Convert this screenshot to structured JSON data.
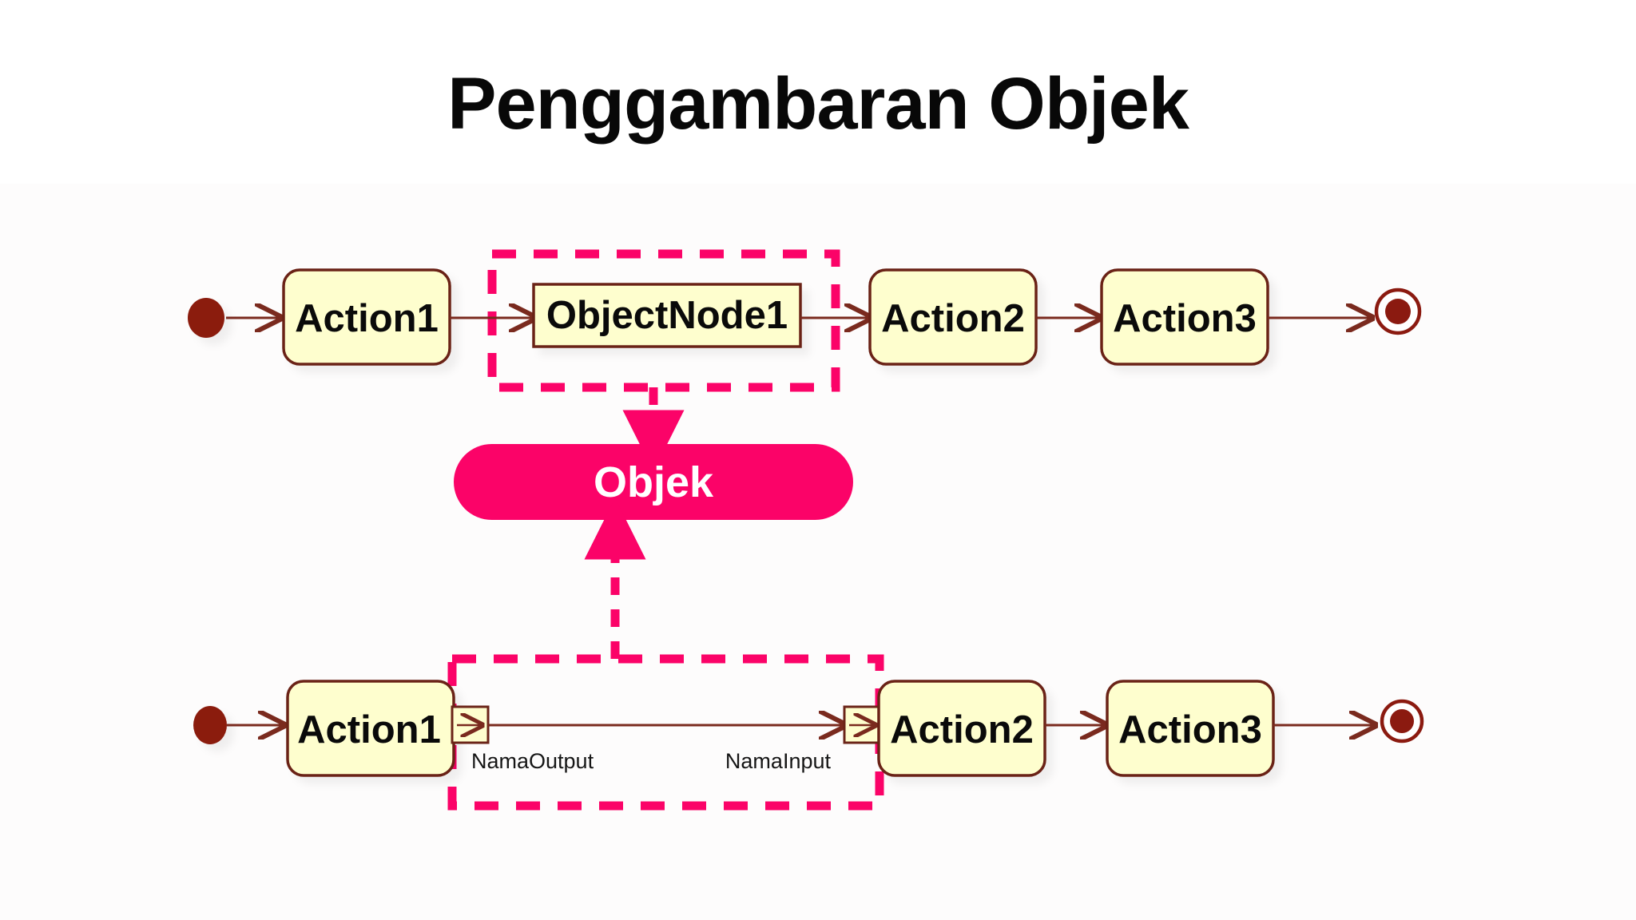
{
  "slide": {
    "title": "Penggambaran Objek",
    "background_color": "#ffffff"
  },
  "colors": {
    "node_fill": "#fefece",
    "node_stroke": "#6b2418",
    "edge": "#7a2a1e",
    "terminal": "#8b1a10",
    "accent_pink": "#fb0368",
    "title_text": "#080808",
    "label_text": "#0a0a0a"
  },
  "callout": {
    "label": "Objek",
    "shape": "pill",
    "fill": "#fb0368",
    "text_color": "#ffffff"
  },
  "rows": [
    {
      "id": "row-object-node",
      "description": "Activity flow with an ObjectNode between actions",
      "start_node": "initial-node",
      "end_node": "final-node",
      "nodes": [
        {
          "id": "r1-action1",
          "label": "Action1",
          "type": "action"
        },
        {
          "id": "r1-objectnode1",
          "label": "ObjectNode1",
          "type": "object-node"
        },
        {
          "id": "r1-action2",
          "label": "Action2",
          "type": "action"
        },
        {
          "id": "r1-action3",
          "label": "Action3",
          "type": "action"
        }
      ],
      "highlight": {
        "target": "r1-objectnode1",
        "style": "dashed",
        "color": "#fb0368"
      }
    },
    {
      "id": "row-pins",
      "description": "Activity flow using output pin and input pin notation",
      "start_node": "initial-node",
      "end_node": "final-node",
      "nodes": [
        {
          "id": "r2-action1",
          "label": "Action1",
          "type": "action"
        },
        {
          "id": "r2-action2",
          "label": "Action2",
          "type": "action"
        },
        {
          "id": "r2-action3",
          "label": "Action3",
          "type": "action"
        }
      ],
      "pins": [
        {
          "id": "output-pin",
          "label": "NamaOutput",
          "kind": "output",
          "attached_to": "r2-action1"
        },
        {
          "id": "input-pin",
          "label": "NamaInput",
          "kind": "input",
          "attached_to": "r2-action2"
        }
      ],
      "highlight": {
        "target": "pins",
        "style": "dashed",
        "color": "#fb0368"
      }
    }
  ],
  "connectors": [
    {
      "id": "callout-arrow-top",
      "from": "row-object-node-highlight",
      "to": "callout",
      "style": "dashed",
      "direction": "down"
    },
    {
      "id": "callout-arrow-bottom",
      "from": "row-pins-highlight",
      "to": "callout",
      "style": "dashed",
      "direction": "up"
    }
  ],
  "icons": {
    "initial_node": "filled-circle-icon",
    "final_node": "bullseye-circle-icon",
    "pin_arrow": "small-arrow-icon"
  }
}
